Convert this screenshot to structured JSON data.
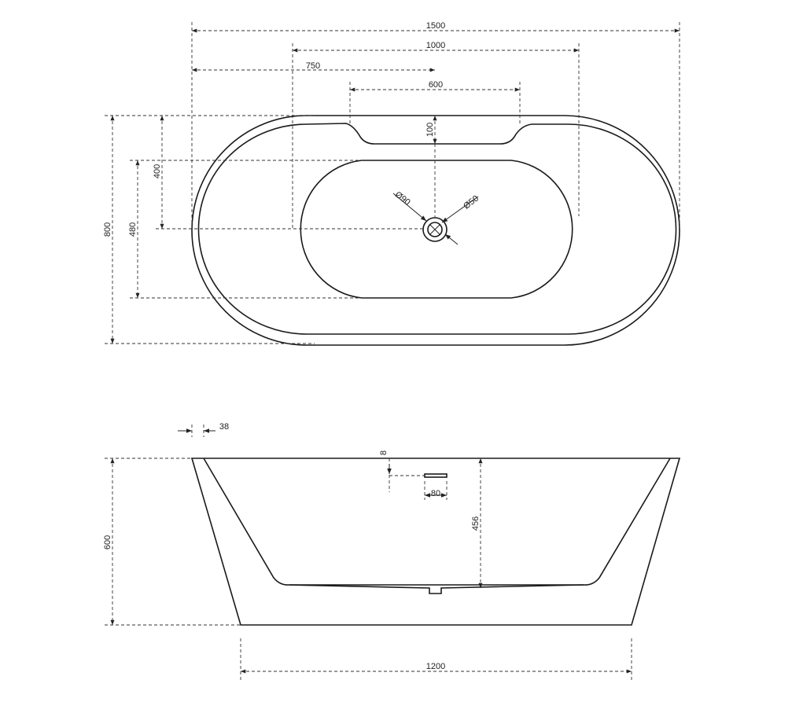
{
  "top_view": {
    "dims": {
      "overall_length": "1500",
      "inner_length": "1000",
      "drain_offset": "750",
      "headrest_width": "600",
      "headrest_depth": "100",
      "overall_width": "800",
      "inner_width": "480",
      "drain_from_edge": "400",
      "drain_outer_dia": "Ø90",
      "drain_inner_dia": "Ø50"
    }
  },
  "side_view": {
    "dims": {
      "rim_thickness": "38",
      "overflow_depth": "8",
      "overflow_width": "80",
      "inner_depth": "456",
      "overall_height": "600",
      "base_length": "1200"
    }
  }
}
